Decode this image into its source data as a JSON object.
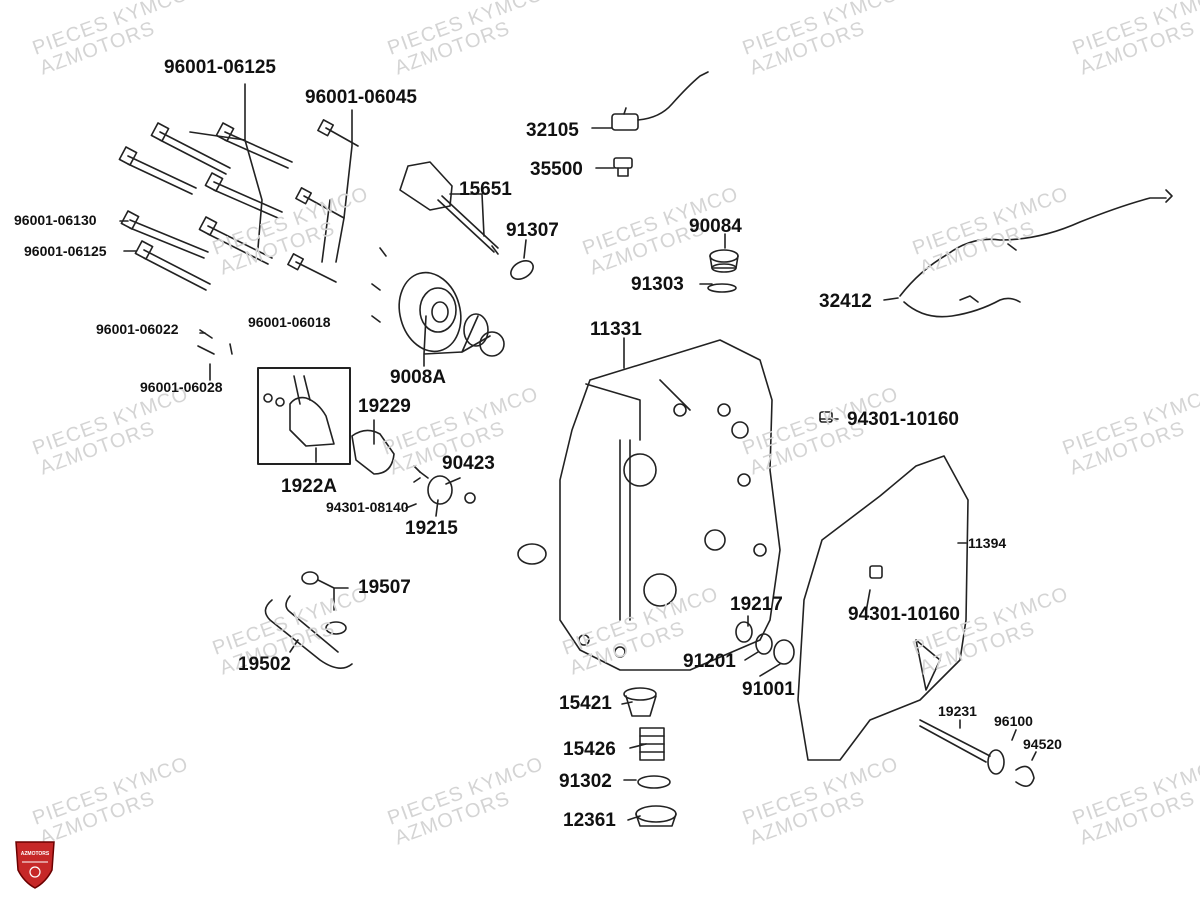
{
  "watermark": {
    "line1": "PIECES KYMCO",
    "line2": "AZMOTORS"
  },
  "logo": {
    "text": "AZMOTORS",
    "color": "#c62828"
  },
  "part_numbers": {
    "p96001_06125_top": "96001-06125",
    "p96001_06045": "96001-06045",
    "p96001_06130": "96001-06130",
    "p96001_06125_left": "96001-06125",
    "p96001_06022": "96001-06022",
    "p96001_06028": "96001-06028",
    "p96001_06018": "96001-06018",
    "p15651": "15651",
    "p91307": "91307",
    "p32105": "32105",
    "p35500": "35500",
    "p90084": "90084",
    "p91303": "91303",
    "p32412": "32412",
    "p11331": "11331",
    "p9008A": "9008A",
    "p19229": "19229",
    "p1922A": "1922A",
    "p90423": "90423",
    "p94301_08140": "94301-08140",
    "p19215": "19215",
    "p94301_10160_top": "94301-10160",
    "p11394": "11394",
    "p94301_10160_mid": "94301-10160",
    "p19507": "19507",
    "p19502": "19502",
    "p19217": "19217",
    "p91201": "91201",
    "p91001": "91001",
    "p15421": "15421",
    "p15426": "15426",
    "p91302": "91302",
    "p12361": "12361",
    "p19231": "19231",
    "p96100": "96100",
    "p94520": "94520"
  }
}
